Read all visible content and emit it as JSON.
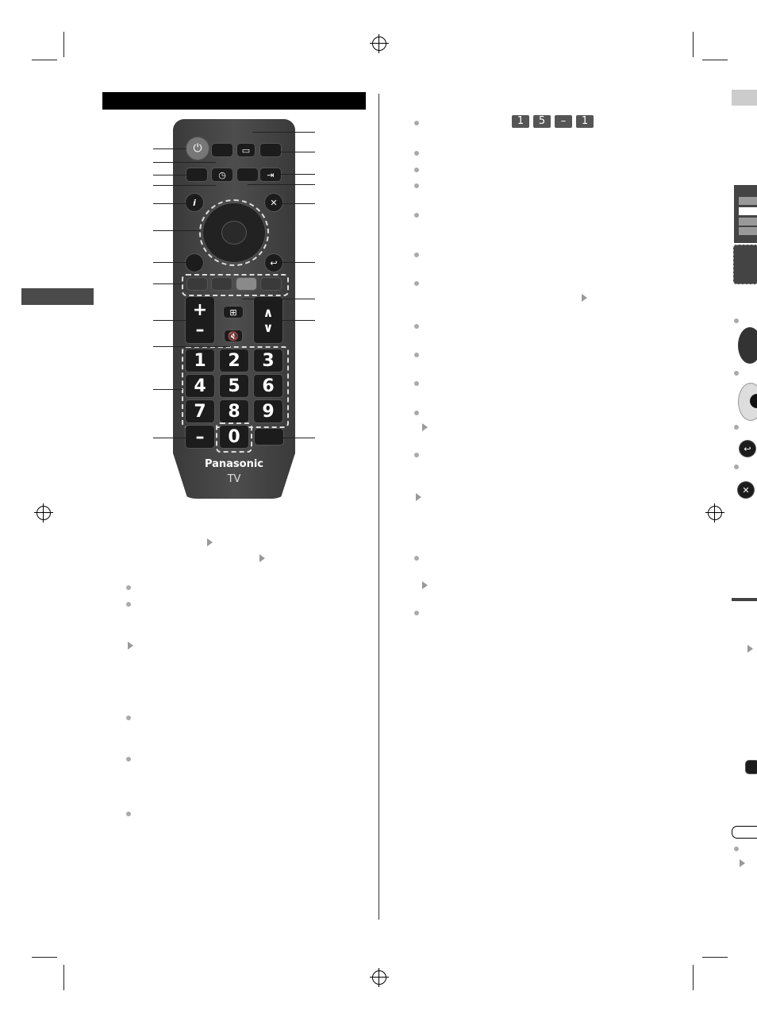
{
  "remote": {
    "brand": "Panasonic",
    "model": "TV",
    "number_keys": [
      "1",
      "2",
      "3",
      "4",
      "5",
      "6",
      "7",
      "8",
      "9"
    ],
    "zero_key": "0",
    "dash_key": "–",
    "volume_up": "+",
    "volume_down": "–",
    "channel_up": "∧",
    "channel_down": "∨",
    "info_icon": "i",
    "exit_icon": "✕",
    "return_icon": "↩",
    "colour_buttons": [
      "#3a3a3a",
      "#3a3a3a",
      "#8a8a8a",
      "#3a3a3a"
    ]
  },
  "channel_example_keys": [
    "1",
    "5",
    "–",
    "1"
  ]
}
